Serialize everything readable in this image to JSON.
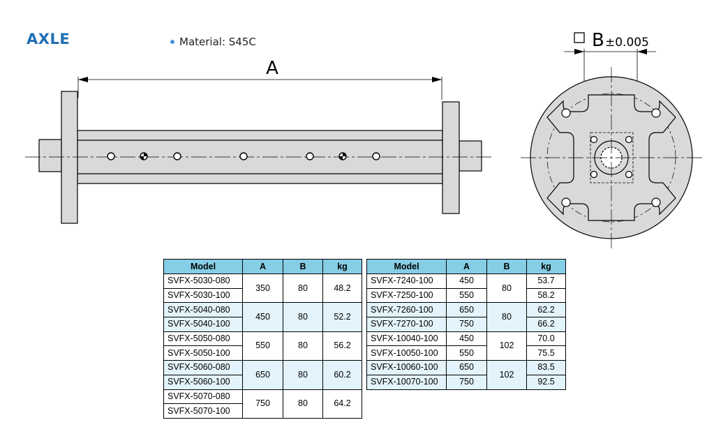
{
  "title": "AXLE",
  "material": "Material: S45C",
  "drawing": {
    "dim_a": "A",
    "dim_b_box": "□",
    "dim_b": "B",
    "dim_b_tol": "±0.005"
  },
  "colors": {
    "title": "#1f6fb4",
    "header": "#86cde6",
    "alt_row": "#e2f3fb",
    "part_fill": "#d9d9d9"
  },
  "table_headers": [
    "Model",
    "A",
    "B",
    "kg"
  ],
  "left_table": [
    {
      "models": [
        "SVFX-5030-080",
        "SVFX-5030-100"
      ],
      "a": "350",
      "b": "80",
      "kg": "48.2"
    },
    {
      "models": [
        "SVFX-5040-080",
        "SVFX-5040-100"
      ],
      "a": "450",
      "b": "80",
      "kg": "52.2"
    },
    {
      "models": [
        "SVFX-5050-080",
        "SVFX-5050-100"
      ],
      "a": "550",
      "b": "80",
      "kg": "56.2"
    },
    {
      "models": [
        "SVFX-5060-080",
        "SVFX-5060-100"
      ],
      "a": "650",
      "b": "80",
      "kg": "60.2"
    },
    {
      "models": [
        "SVFX-5070-080",
        "SVFX-5070-100"
      ],
      "a": "750",
      "b": "80",
      "kg": "64.2"
    }
  ],
  "right_table": [
    {
      "rows": [
        {
          "model": "SVFX-7240-100",
          "a": "450",
          "kg": "53.7"
        },
        {
          "model": "SVFX-7250-100",
          "a": "550",
          "kg": "58.2"
        }
      ],
      "b": "80"
    },
    {
      "rows": [
        {
          "model": "SVFX-7260-100",
          "a": "650",
          "kg": "62.2"
        },
        {
          "model": "SVFX-7270-100",
          "a": "750",
          "kg": "66.2"
        }
      ],
      "b": "80"
    },
    {
      "rows": [
        {
          "model": "SVFX-10040-100",
          "a": "450",
          "kg": "70.0"
        },
        {
          "model": "SVFX-10050-100",
          "a": "550",
          "kg": "75.5"
        }
      ],
      "b": "102"
    },
    {
      "rows": [
        {
          "model": "SVFX-10060-100",
          "a": "650",
          "kg": "83.5"
        },
        {
          "model": "SVFX-10070-100",
          "a": "750",
          "kg": "92.5"
        }
      ],
      "b": "102"
    }
  ]
}
